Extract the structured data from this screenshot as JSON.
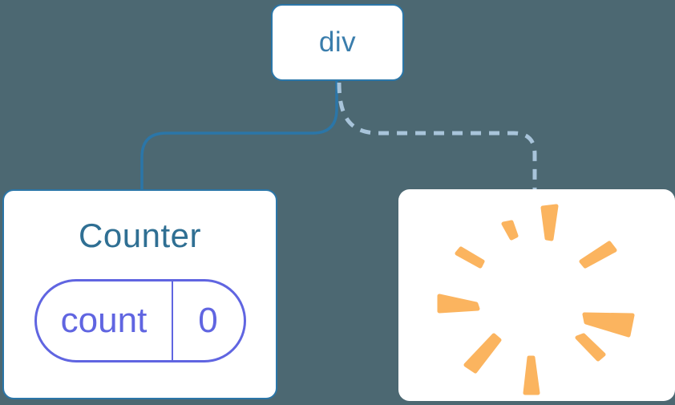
{
  "diagram": {
    "root": {
      "label": "div"
    },
    "counter": {
      "title": "Counter",
      "state": {
        "key": "count",
        "value": "0"
      }
    },
    "removed": {
      "icon": "poof-icon"
    },
    "edges": {
      "solid": "div-to-counter",
      "dashed": "div-to-removed-child"
    }
  },
  "colors": {
    "background": "#4c6872",
    "card_bg": "#ffffff",
    "edge_solid": "#2b76a8",
    "edge_dashed": "#a8c4da",
    "node_border": "#2b76a8",
    "root_label": "#3a7dac",
    "counter_title": "#2f6f93",
    "state_accent": "#6065e1",
    "poof": "#fbb45f"
  }
}
